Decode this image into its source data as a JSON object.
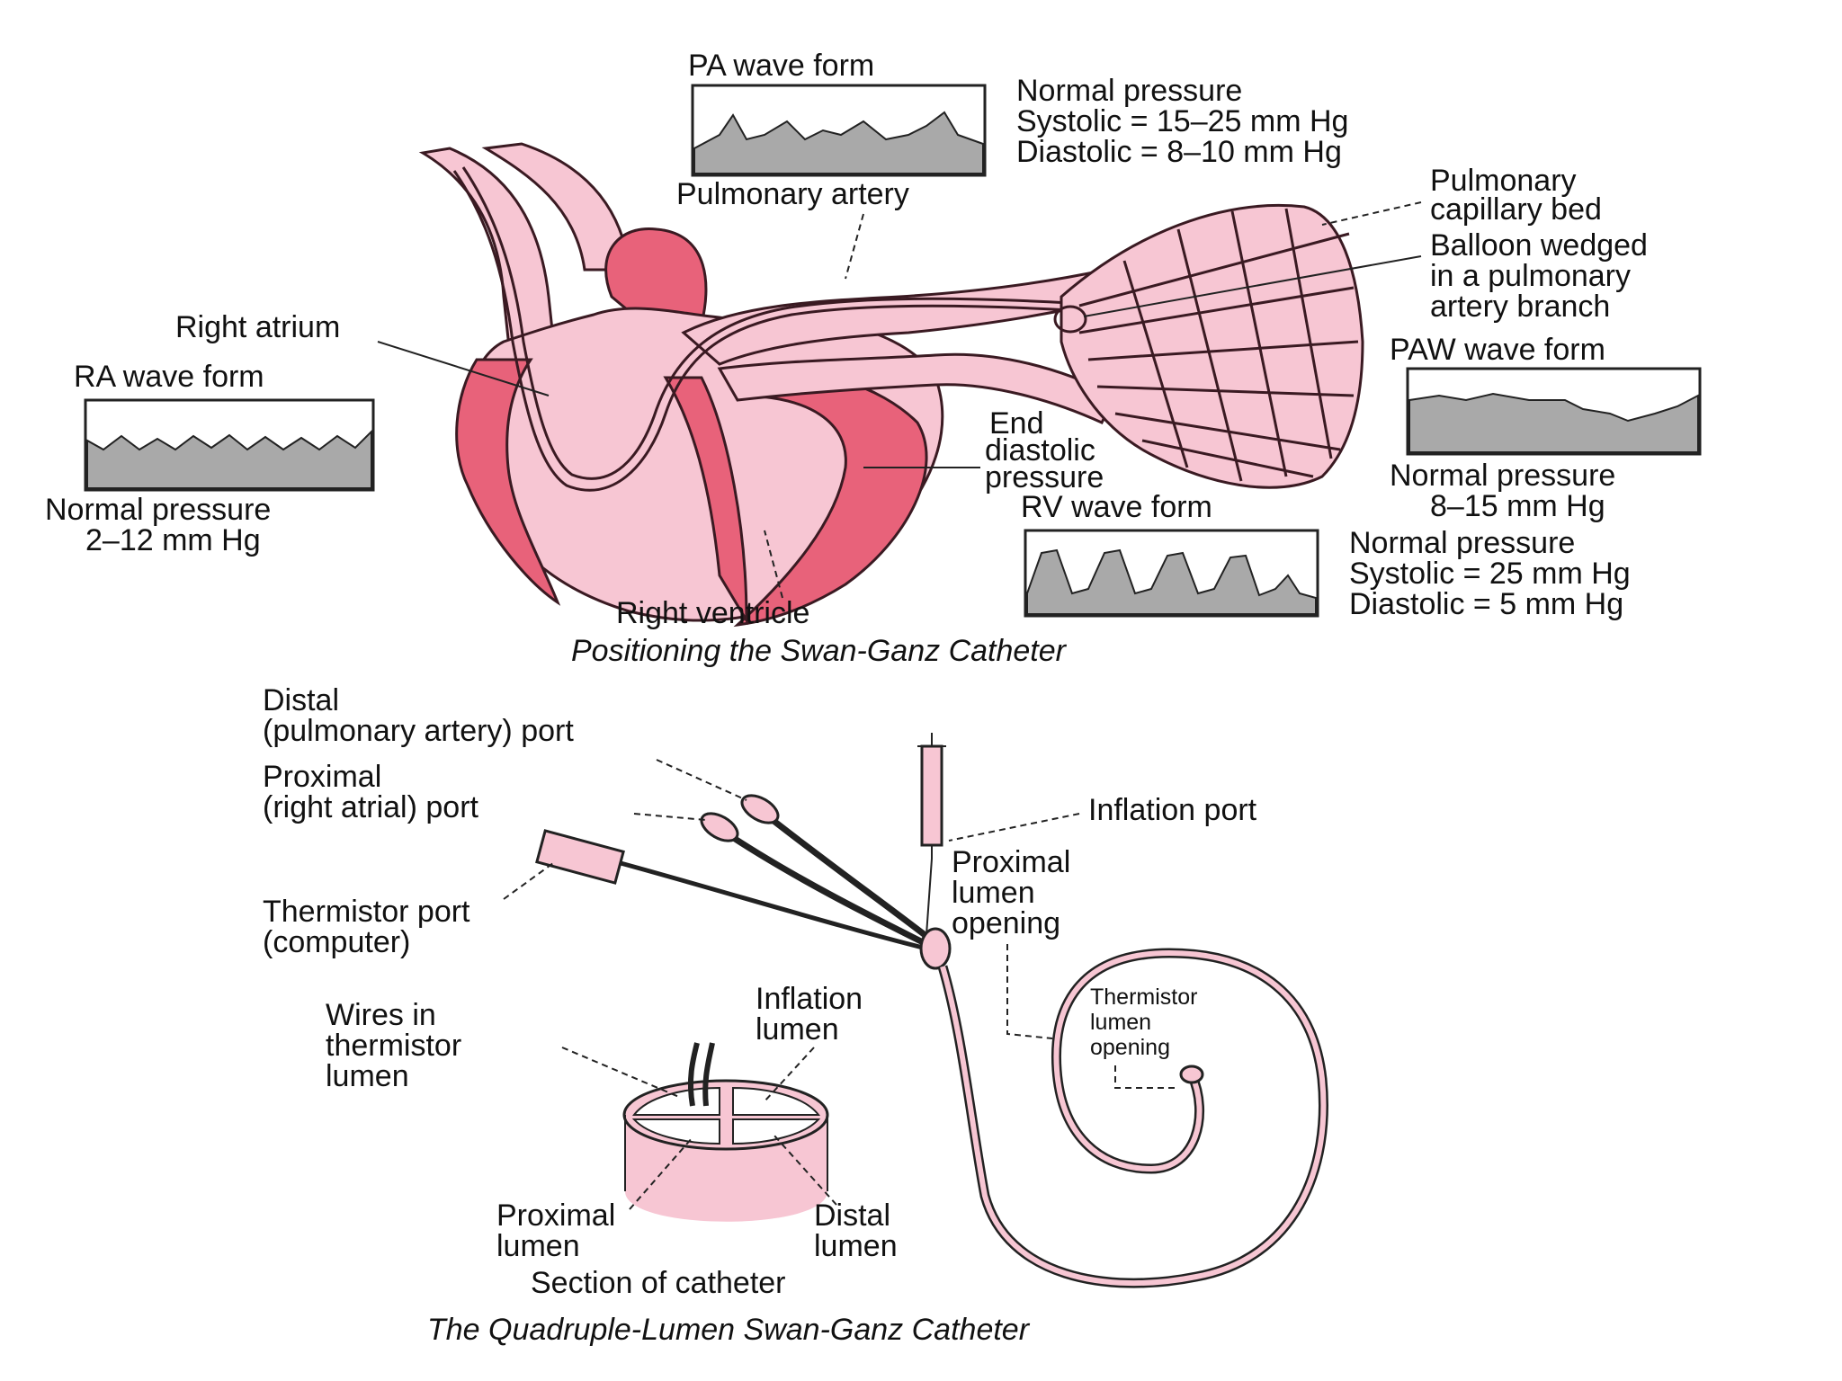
{
  "top": {
    "pa_wave_title": "PA wave form",
    "pa_pressure": [
      "Normal pressure",
      "Systolic = 15–25 mm Hg",
      "Diastolic = 8–10 mm Hg"
    ],
    "pulmonary_artery": "Pulmonary artery",
    "capillary_bed": [
      "Pulmonary",
      "capillary bed"
    ],
    "balloon": [
      "Balloon wedged",
      "in a pulmonary",
      "artery branch"
    ],
    "paw_wave_title": "PAW wave form",
    "paw_pressure": [
      "Normal pressure",
      "8–15 mm Hg"
    ],
    "right_atrium": "Right atrium",
    "ra_wave_title": "RA wave form",
    "ra_pressure": [
      "Normal pressure",
      "2–12 mm Hg"
    ],
    "end_diastolic": [
      "End",
      "diastolic",
      "pressure"
    ],
    "rv_wave_title": "RV wave form",
    "rv_pressure": [
      "Normal pressure",
      "Systolic = 25 mm Hg",
      "Diastolic = 5 mm Hg"
    ],
    "right_ventricle": "Right ventricle",
    "caption": "Positioning the Swan-Ganz Catheter"
  },
  "bottom": {
    "distal_port": [
      "Distal",
      "(pulmonary artery) port"
    ],
    "proximal_port": [
      "Proximal",
      "(right atrial) port"
    ],
    "inflation_port": "Inflation port",
    "proximal_opening": [
      "Proximal",
      "lumen",
      "opening"
    ],
    "thermistor_port": [
      "Thermistor port",
      "(computer)"
    ],
    "wires": [
      "Wires in",
      "thermistor",
      "lumen"
    ],
    "inflation_lumen": [
      "Inflation",
      "lumen"
    ],
    "thermistor_opening": [
      "Thermistor",
      "lumen",
      "opening"
    ],
    "proximal_lumen": [
      "Proximal",
      "lumen"
    ],
    "distal_lumen": [
      "Distal",
      "lumen"
    ],
    "section": "Section of catheter",
    "caption": "The Quadruple-Lumen Swan-Ganz Catheter"
  },
  "colors": {
    "tissue_light": "#f7c6d3",
    "tissue_dark": "#e8627a",
    "waveform_fill": "#a9a9a9"
  }
}
